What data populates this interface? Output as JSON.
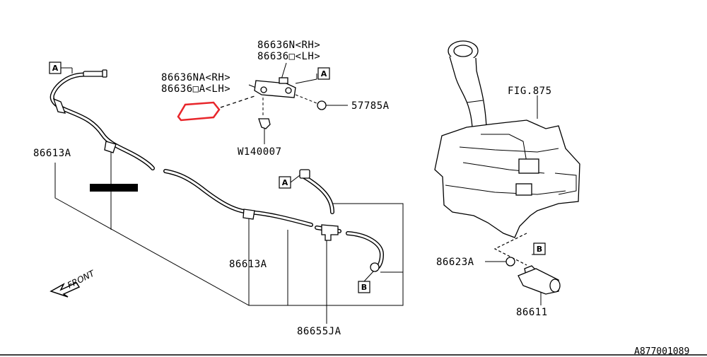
{
  "labels": {
    "nozzle_rh": "86636N<RH>",
    "nozzle_lh": "86636□<LH>",
    "nozzle_na_rh": "86636NA<RH>",
    "nozzle_na_lh": "86636□A<LH>",
    "bolt": "57785A",
    "clip": "W140007",
    "hose_upper": "86613A",
    "hose_lower": "86613A",
    "joint": "86655JA",
    "fig_ref": "FIG.875",
    "grommet": "86623A",
    "pump": "86611",
    "drawing_id": "A877001089",
    "front": "FRONT"
  },
  "callouts": {
    "a1": "A",
    "a2": "A",
    "a3": "A",
    "b1": "B",
    "b2": "B"
  }
}
